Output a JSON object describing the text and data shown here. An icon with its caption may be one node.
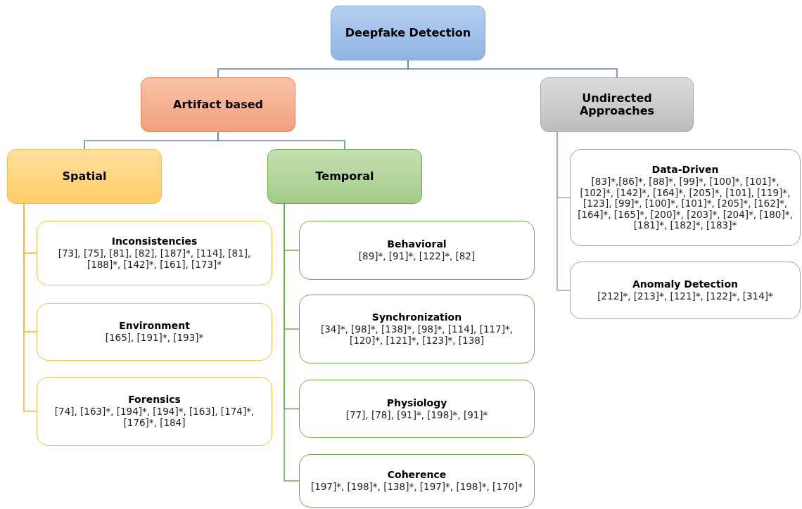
{
  "diagram": {
    "nodes": [
      {
        "text": [
          "Deepfake Detection"
        ]
      },
      {
        "text": [
          "Artifact based"
        ]
      },
      {
        "text": [
          "Undirected Approaches"
        ]
      },
      {
        "text": [
          "Spatial"
        ]
      },
      {
        "text": [
          "Temporal"
        ]
      },
      {
        "text": [
          "Inconsistencies",
          "[73], [75], [81], [82], [187]*, [114], [81], [188]*, [142]*, [161], [173]*"
        ]
      },
      {
        "text": [
          "Environment",
          "[165], [191]*, [193]*"
        ]
      },
      {
        "text": [
          "Forensics",
          "[74], [163]*, [194]*, [194]*, [163], [174]*, [176]*, [184]"
        ]
      },
      {
        "text": [
          "Behavioral",
          "[89]*, [91]*, [122]*, [82]"
        ]
      },
      {
        "text": [
          "Synchronization",
          "[34]*, [98]*, [138]*, [98]*, [114], [117]*, [120]*, [121]*, [123]*, [138]"
        ]
      },
      {
        "text": [
          "Physiology",
          "[77], [78], [91]*, [198]*, [91]*"
        ]
      },
      {
        "text": [
          "Coherence",
          "[197]*, [198]*, [138]*, [197]*, [198]*, [170]*"
        ]
      },
      {
        "text": [
          "Data-Driven",
          "[83]*,[86]*, [88]*, [99]*, [100]*, [101]*, [102]*, [142]*, [164]*, [205]*, [101], [119]*,[123], [99]*, [100]*, [101]*, [205]*, [162]*, [164]*, [165]*, [200]*, [203]*, [204]*, [180]*, [181]*, [182]*, [183]*"
        ]
      },
      {
        "text": [
          "Anomaly Detection",
          "[212]*, [213]*, [121]*, [122]*, [314]*"
        ]
      }
    ],
    "edges": [
      {
        "from": 0,
        "to": 1,
        "arrow": "none",
        "color": "#5b87b8"
      },
      {
        "from": 0,
        "to": 2,
        "arrow": "none",
        "color": "#5b87b8"
      },
      {
        "from": 1,
        "to": 3,
        "arrow": "none",
        "color": "#5b87b8"
      },
      {
        "from": 1,
        "to": 4,
        "arrow": "none",
        "color": "#5b87b8"
      },
      {
        "from": 3,
        "to": 5,
        "arrow": "none",
        "color": "#f5b82e"
      },
      {
        "from": 3,
        "to": 6,
        "arrow": "none",
        "color": "#f5b82e"
      },
      {
        "from": 3,
        "to": 7,
        "arrow": "none",
        "color": "#f5b82e"
      },
      {
        "from": 4,
        "to": 8,
        "arrow": "none",
        "color": "#70ad47"
      },
      {
        "from": 4,
        "to": 9,
        "arrow": "none",
        "color": "#70ad47"
      },
      {
        "from": 4,
        "to": 10,
        "arrow": "none",
        "color": "#70ad47"
      },
      {
        "from": 4,
        "to": 11,
        "arrow": "none",
        "color": "#70ad47"
      },
      {
        "from": 2,
        "to": 12,
        "arrow": "none",
        "color": "#a6a6a6"
      },
      {
        "from": 2,
        "to": 13,
        "arrow": "none",
        "color": "#a6a6a6"
      }
    ]
  }
}
